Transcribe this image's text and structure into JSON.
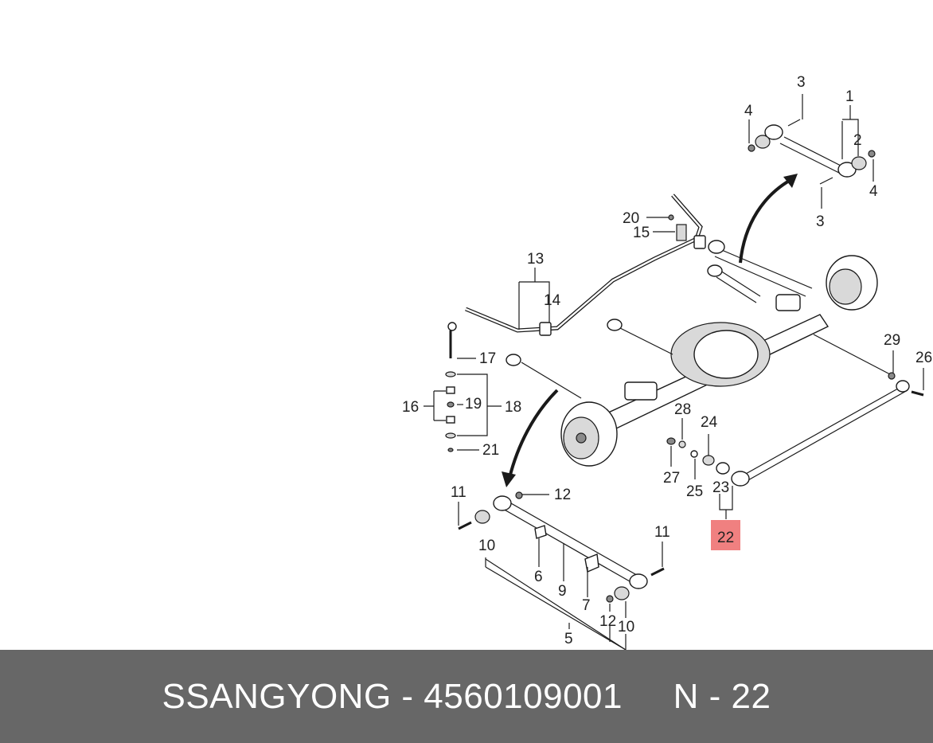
{
  "diagram": {
    "callouts": [
      {
        "id": "c1",
        "text": "1"
      },
      {
        "id": "c2",
        "text": "2"
      },
      {
        "id": "c3a",
        "text": "3"
      },
      {
        "id": "c3b",
        "text": "3"
      },
      {
        "id": "c4a",
        "text": "4"
      },
      {
        "id": "c4b",
        "text": "4"
      },
      {
        "id": "c5",
        "text": "5"
      },
      {
        "id": "c6",
        "text": "6"
      },
      {
        "id": "c7",
        "text": "7"
      },
      {
        "id": "c9",
        "text": "9"
      },
      {
        "id": "c10a",
        "text": "10"
      },
      {
        "id": "c10b",
        "text": "10"
      },
      {
        "id": "c11a",
        "text": "11"
      },
      {
        "id": "c11b",
        "text": "11"
      },
      {
        "id": "c12a",
        "text": "12"
      },
      {
        "id": "c12b",
        "text": "12"
      },
      {
        "id": "c13",
        "text": "13"
      },
      {
        "id": "c14",
        "text": "14"
      },
      {
        "id": "c15",
        "text": "15"
      },
      {
        "id": "c16",
        "text": "16"
      },
      {
        "id": "c17",
        "text": "17"
      },
      {
        "id": "c18",
        "text": "18"
      },
      {
        "id": "c19",
        "text": "19"
      },
      {
        "id": "c20",
        "text": "20"
      },
      {
        "id": "c21",
        "text": "21"
      },
      {
        "id": "c22",
        "text": "22"
      },
      {
        "id": "c23",
        "text": "23"
      },
      {
        "id": "c24",
        "text": "24"
      },
      {
        "id": "c25",
        "text": "25"
      },
      {
        "id": "c26",
        "text": "26"
      },
      {
        "id": "c27",
        "text": "27"
      },
      {
        "id": "c28",
        "text": "28"
      },
      {
        "id": "c29",
        "text": "29"
      }
    ],
    "highlighted_callout": "22",
    "highlight_color": "#f08080"
  },
  "footer": {
    "brand": "SSANGYONG",
    "part_number": "4560109001",
    "position_label": "N - 22",
    "separator": " - ",
    "background": "#676767",
    "text_color": "#ffffff"
  }
}
